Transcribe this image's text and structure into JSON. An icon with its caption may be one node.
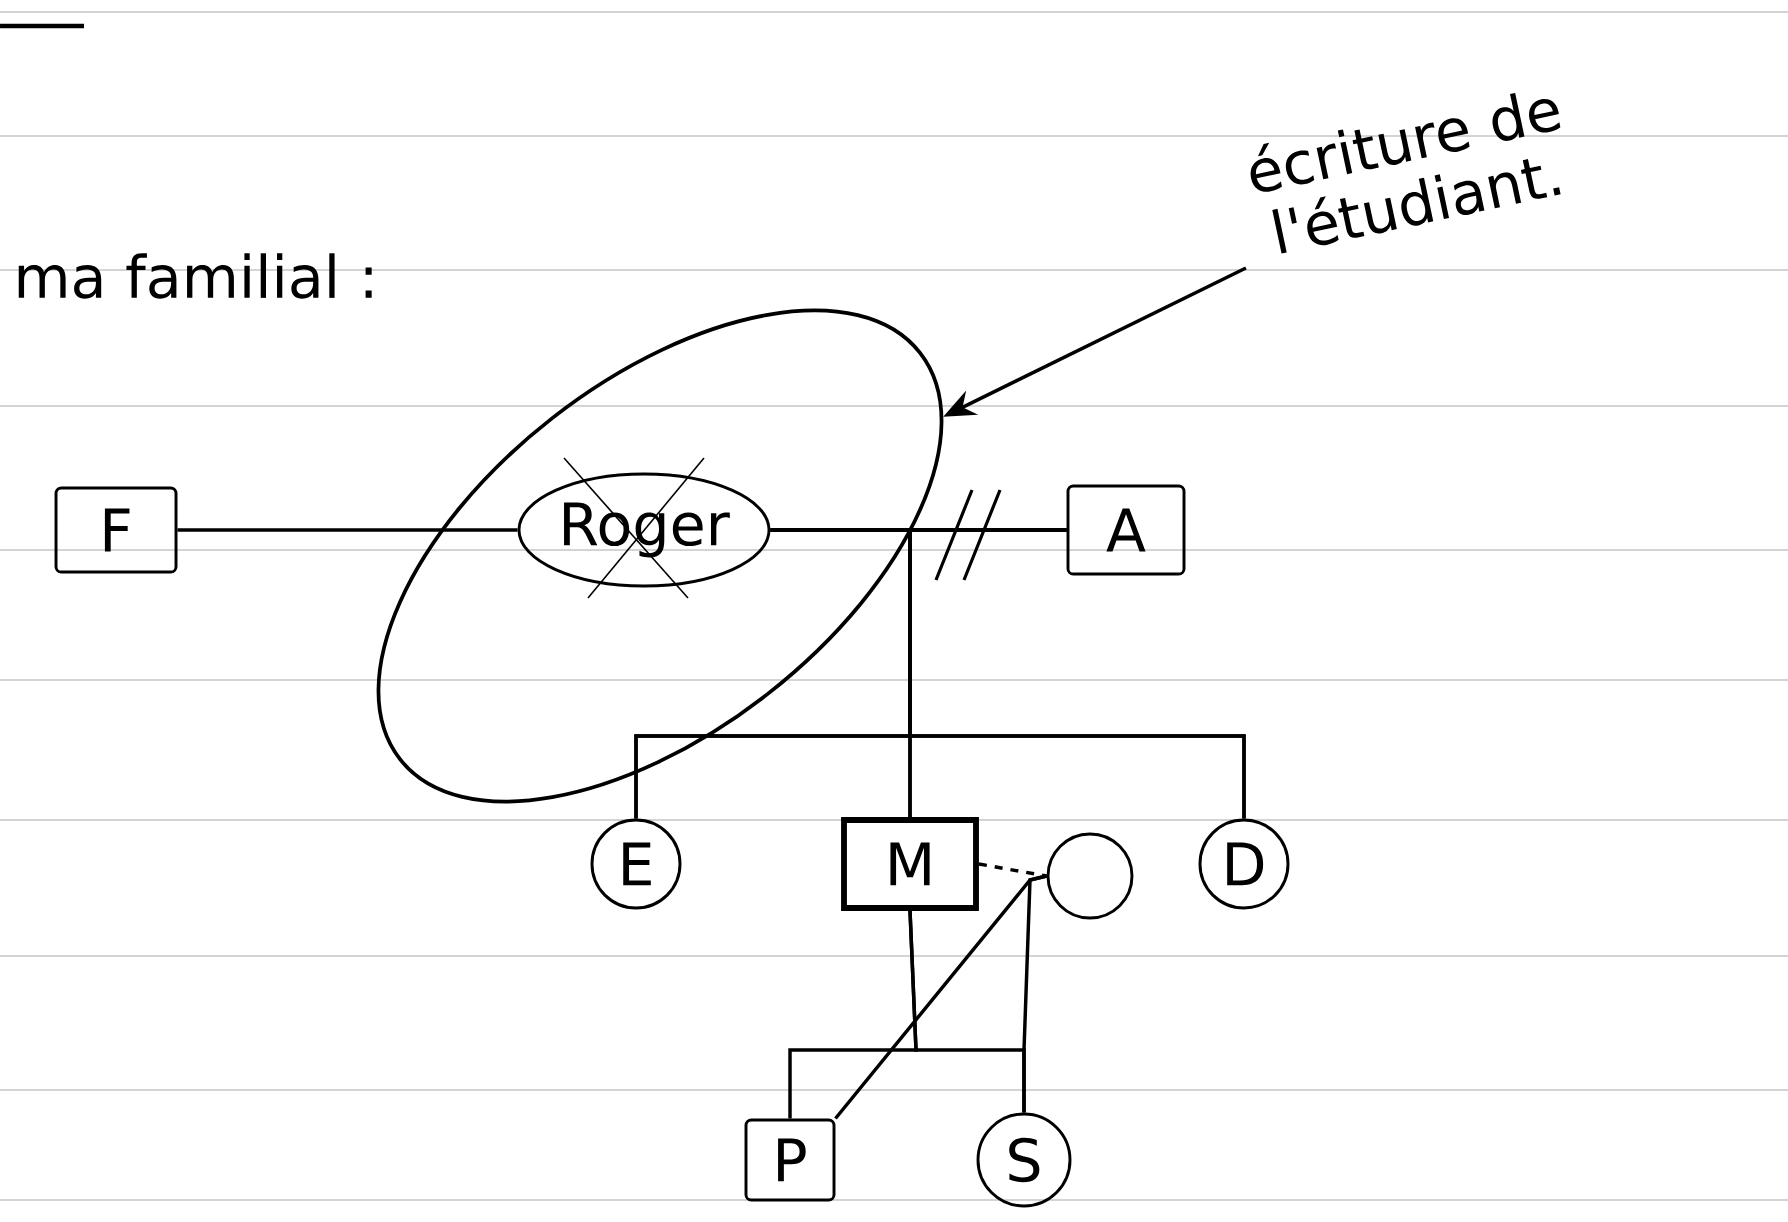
{
  "diagram": {
    "title": "ma familial :",
    "nodes": [
      {
        "text": [],
        "shape": "circle"
      },
      {
        "text": [
          "Roger"
        ],
        "in": 0
      },
      {
        "text": [
          "F"
        ]
      },
      {
        "text": [
          "A"
        ]
      },
      {
        "text": [
          "E"
        ]
      },
      {
        "text": [
          "M"
        ]
      },
      {
        "text": [
          "D"
        ]
      },
      {
        "text": [],
        "shape": "circle"
      },
      {
        "text": [
          "P"
        ]
      },
      {
        "text": [
          "S"
        ]
      },
      {
        "text": [
          "écriture de l'étudiant."
        ]
      }
    ],
    "edges": [
      {
        "from": 10,
        "to": 0,
        "arrow": "to"
      },
      {
        "from": 2,
        "to": 1,
        "arrow": "none"
      },
      {
        "from": 1,
        "to": 3,
        "arrow": "none"
      },
      {
        "from": 1,
        "to": 4,
        "arrow": "none"
      },
      {
        "from": 1,
        "to": 5,
        "arrow": "none"
      },
      {
        "from": 1,
        "to": 6,
        "arrow": "none"
      },
      {
        "from": 3,
        "to": 4,
        "arrow": "none"
      },
      {
        "from": 3,
        "to": 5,
        "arrow": "none"
      },
      {
        "from": 3,
        "to": 6,
        "arrow": "none"
      },
      {
        "from": 5,
        "to": 7,
        "arrow": "none",
        "style": "dashed"
      },
      {
        "from": 5,
        "to": 8,
        "arrow": "none"
      },
      {
        "from": 5,
        "to": 9,
        "arrow": "none"
      },
      {
        "from": 7,
        "to": 8,
        "arrow": "none"
      },
      {
        "from": 7,
        "to": 9,
        "arrow": "none"
      }
    ]
  }
}
